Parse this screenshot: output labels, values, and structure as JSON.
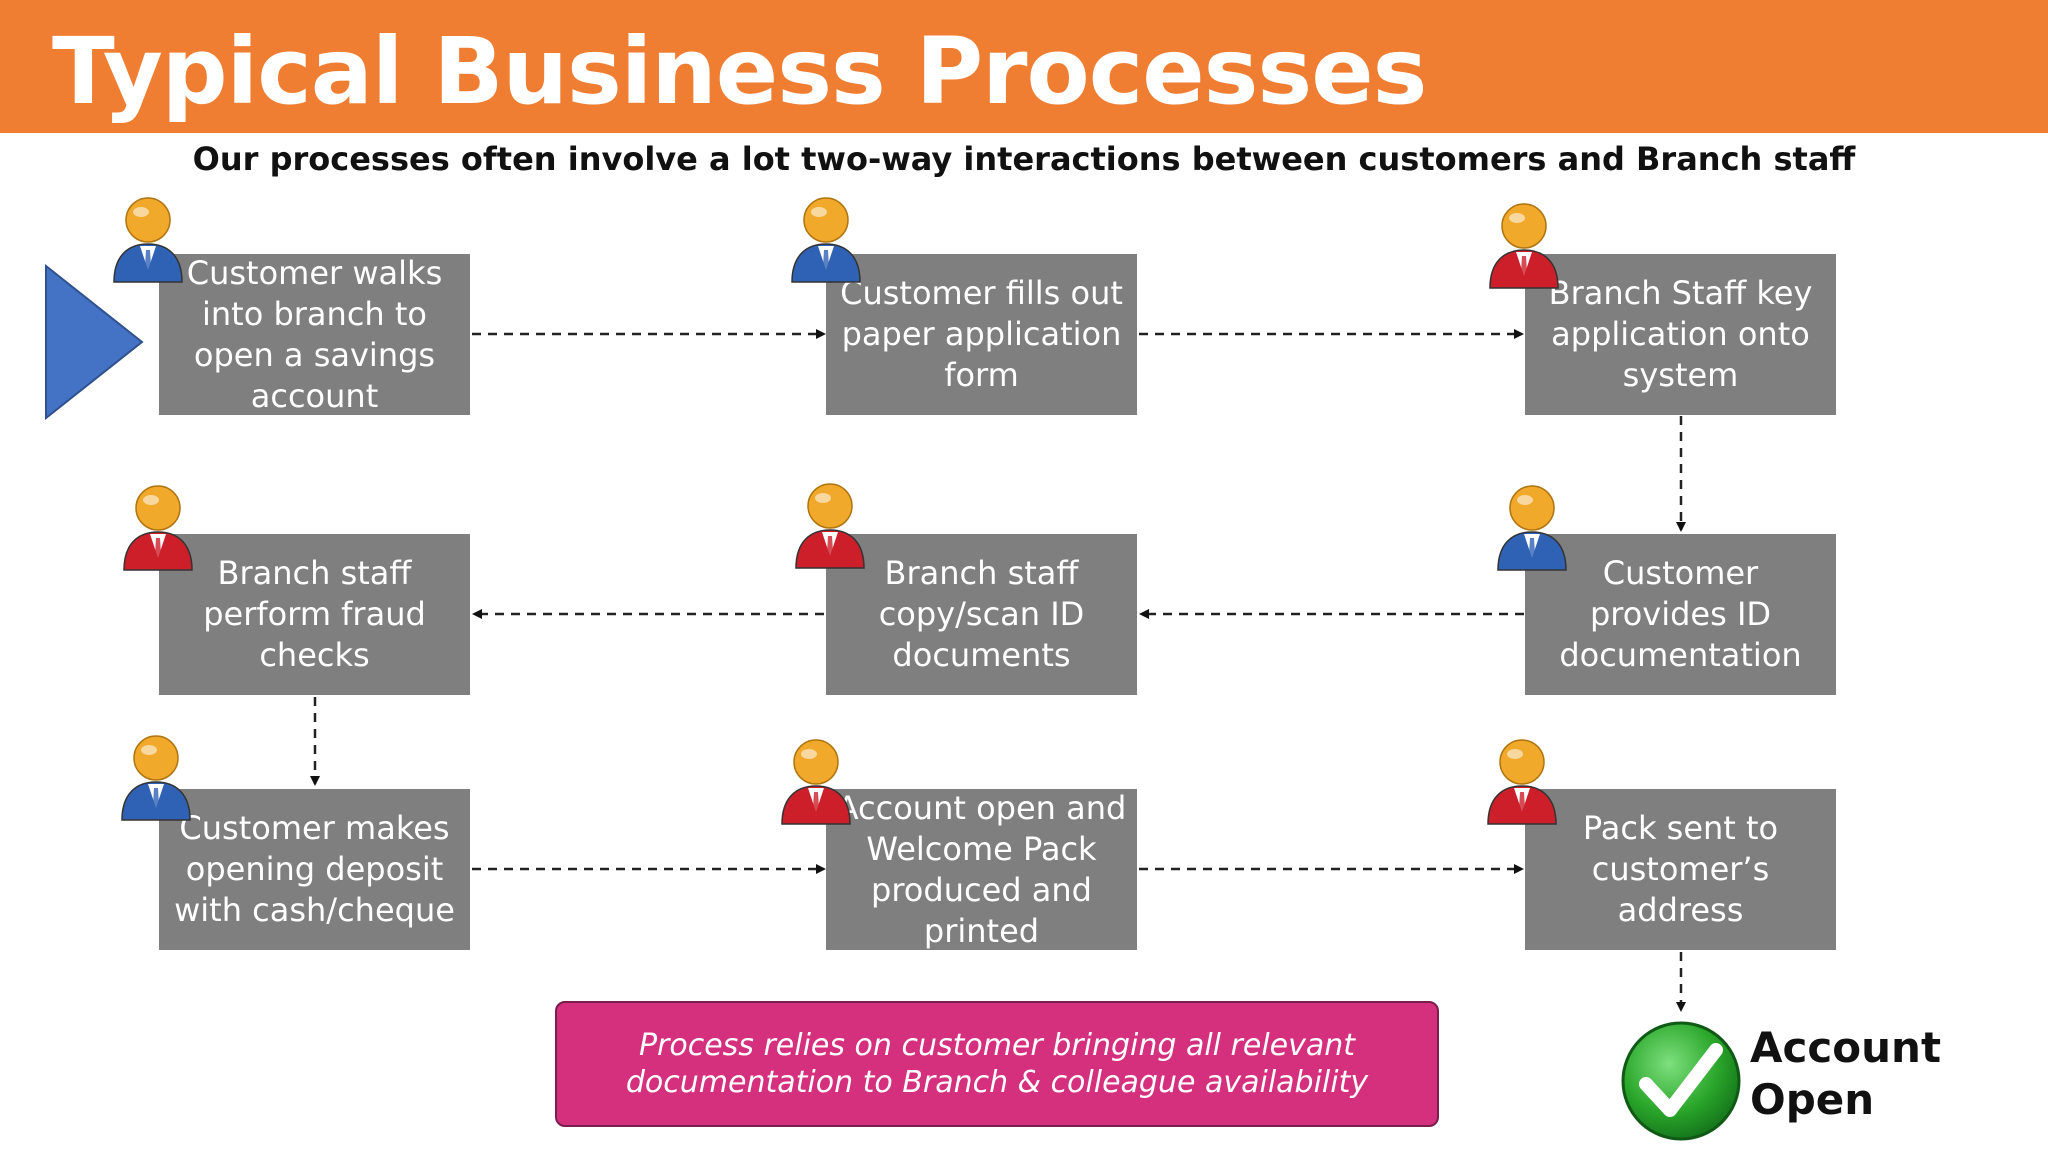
{
  "header": {
    "title": "Typical Business Processes"
  },
  "subtitle": "Our processes often involve a lot two-way interactions between customers and Branch staff",
  "steps": [
    {
      "label": "Customer walks\ninto branch to\nopen a savings\naccount",
      "actor": "customer"
    },
    {
      "label": "Customer fills out\npaper application\nform",
      "actor": "customer"
    },
    {
      "label": "Branch Staff key\napplication onto\nsystem",
      "actor": "branch-staff"
    },
    {
      "label": "Branch staff\nperform fraud\nchecks",
      "actor": "branch-staff"
    },
    {
      "label": "Branch staff\ncopy/scan ID\ndocuments",
      "actor": "branch-staff"
    },
    {
      "label": "Customer\nprovides ID\ndocumentation",
      "actor": "customer"
    },
    {
      "label": "Customer makes\nopening deposit\nwith cash/cheque",
      "actor": "customer"
    },
    {
      "label": "Account open and\nWelcome Pack\nproduced and\nprinted",
      "actor": "branch-staff"
    },
    {
      "label": "Pack sent to\ncustomer’s\naddress",
      "actor": "branch-staff"
    }
  ],
  "note": {
    "line1": "Process relies on customer bringing all relevant",
    "line2": "documentation to Branch & colleague availability"
  },
  "outcome": {
    "line1": "Account",
    "line2": "Open"
  },
  "colors": {
    "header": "#ef7d32",
    "step_box": "#7f7f80",
    "customer_suit": "#2f62b4",
    "staff_suit": "#cc1f2a",
    "head": "#f0a92a",
    "start_arrow": "#4472c4",
    "note_bg": "#d5307e",
    "check_green": "#2aa62a"
  }
}
